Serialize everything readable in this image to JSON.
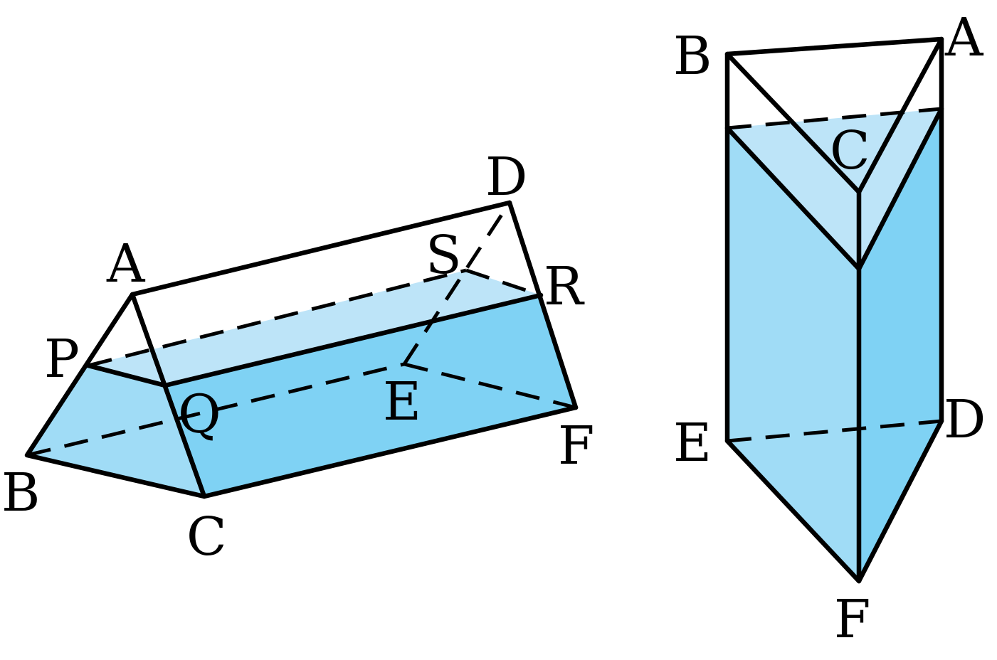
{
  "colors": {
    "water_light": "#bde4f8",
    "water_mid": "#a0dcf6",
    "water_dark": "#7fd2f4",
    "edge": "#000000",
    "background": "#ffffff"
  },
  "figure_left": {
    "labels": {
      "A": "A",
      "B": "B",
      "C": "C",
      "D": "D",
      "E": "E",
      "F": "F",
      "P": "P",
      "Q": "Q",
      "R": "R",
      "S": "S"
    }
  },
  "figure_right": {
    "labels": {
      "A": "A",
      "B": "B",
      "C": "C",
      "D": "D",
      "E": "E",
      "F": "F"
    }
  }
}
